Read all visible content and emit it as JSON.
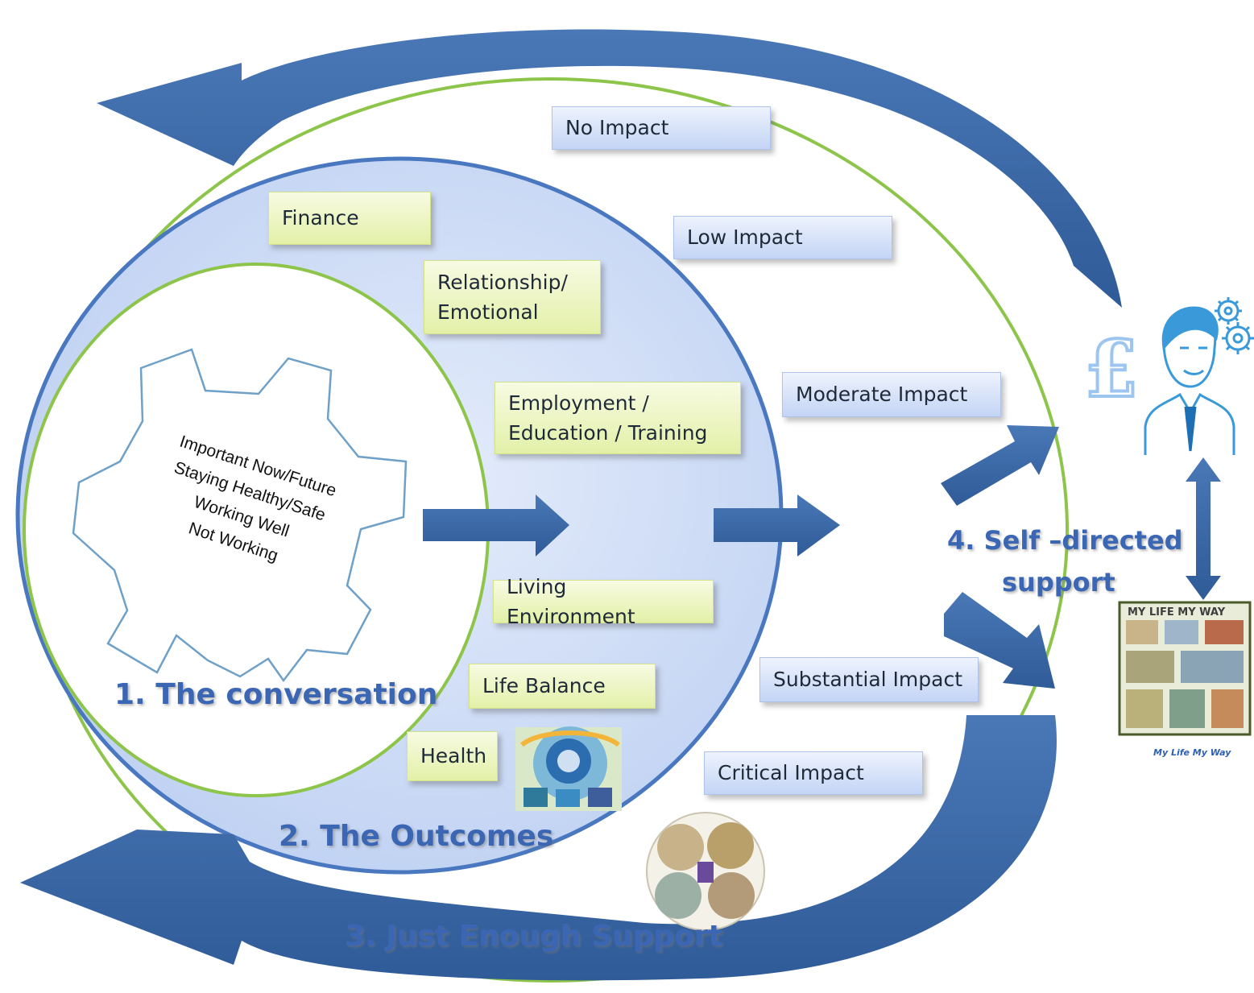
{
  "colors": {
    "outline_green": "#8dc44a",
    "outline_blue": "#4472c4",
    "arrow_blue": "#3d6aa8",
    "fill_light_blue": "#c7d7f4",
    "label_blue": "#3b66b3"
  },
  "gear_items": [
    "Important Now/Future",
    "Staying Healthy/Safe",
    "Working Well",
    "Not Working"
  ],
  "steps": {
    "conversation": "1. The conversation",
    "outcomes": "2. The Outcomes",
    "support": "3. Just Enough Support",
    "self_directed_line1": "4. Self –directed",
    "self_directed_line2": "support"
  },
  "outcomes": {
    "finance": "Finance",
    "relationship_line1": "Relationship/",
    "relationship_line2": "Emotional",
    "employment_line1": "Employment /",
    "employment_line2": "Education / Training",
    "living": "Living Environment",
    "life_balance": "Life Balance",
    "health": "Health"
  },
  "impacts": {
    "no": "No  Impact",
    "low": "Low Impact",
    "moderate": "Moderate Impact",
    "substantial": "Substantial Impact",
    "critical": "Critical  Impact"
  },
  "icons": {
    "pound": "pound-sign-icon",
    "person": "person-with-gears-icon",
    "gears": "gears-icon",
    "poster": "my-life-my-way-poster",
    "wheel": "outcomes-wheel-image",
    "health_image": "health-illustration-image"
  },
  "poster": {
    "title": "MY LIFE MY WAY",
    "caption": "My Life My Way"
  }
}
